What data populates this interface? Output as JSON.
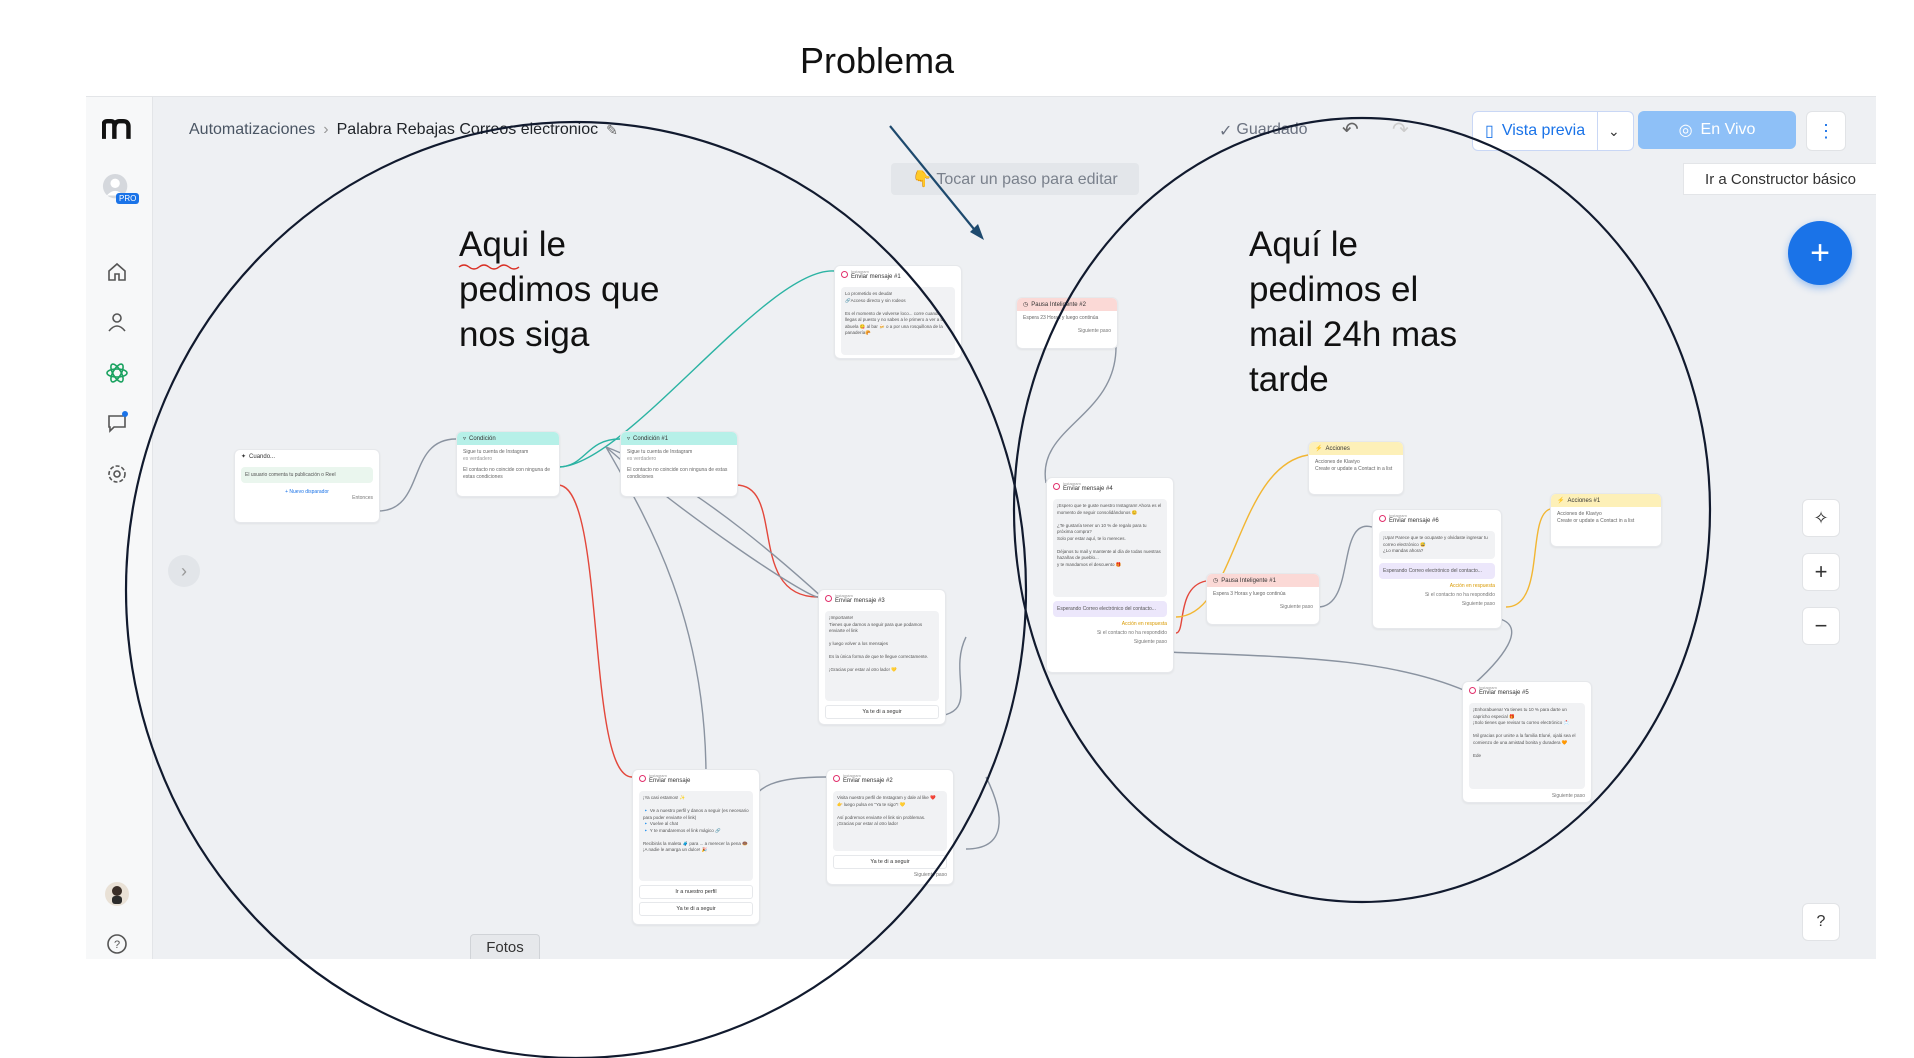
{
  "heading": "Problema",
  "topbar": {
    "crumb_root": "Automatizaciones",
    "crumb_current": "Palabra Rebajas Correos electronioc",
    "saved": "Guardado",
    "preview": "Vista previa",
    "live": "En Vivo",
    "basic_builder": "Ir a Constructor básico"
  },
  "sidebar": {
    "pro_badge": "PRO"
  },
  "canvas": {
    "hint": "👇 Tocar un paso para editar",
    "photos_tab": "Fotos"
  },
  "annotations": {
    "left": "Aqui le\npedimos que\nnos siga",
    "right": "Aquí le\npedimos el\nmail 24h mas\ntarde"
  },
  "nodes": {
    "trigger": {
      "title": "Cuando...",
      "rule": "El usuario comenta tu publicación o Reel",
      "new": "+ Nuevo disparador",
      "foot": "Entonces"
    },
    "cond1": {
      "title": "Condición",
      "line1": "Sigue tu cuenta de Instagram",
      "line2": "es verdadero",
      "else": "El contacto no coincide con ninguna de estas condiciones"
    },
    "cond2": {
      "title": "Condición #1",
      "line1": "Sigue tu cuenta de Instagram",
      "line2": "es verdadero",
      "else": "El contacto no coincide con ninguna de estas condiciones"
    },
    "msg1": {
      "label": "Instagram",
      "title": "Enviar mensaje #1",
      "body": "Lo prometido es deuda!\n🔗Acceso directo y sin rodeos\n\nEs el momento de volverse loco... corre cuando llegas al puesto y no sabes a le primero a ver a la abuela 😋 al bar 🍻 o a por una rosquillona de la panadería🥐"
    },
    "msg3": {
      "label": "Instagram",
      "title": "Enviar mensaje #3",
      "body": "¡Importante!\nTienes que darnos a seguir para que podamos enviarte el link\n\ny luego volver a los mensajes\n\nEs la única forma de que te llegue correctamente.\n\n¡Gracias por estar al otro lado! 💛",
      "button": "Ya te di a seguir"
    },
    "msg0": {
      "label": "Instagram",
      "title": "Enviar mensaje",
      "body": "¡Ya casi estamos! ✨\n\n🔹 Ve a nuestro perfil y danos a seguir (es necesario para poder enviarte el link)\n🔹 Vuelve al chat\n🔹 Y te mandaremos el link mágico 🔗\n\nRecibirás la maleta 🧳 para ... a merecer la pena 🍩\n¡A nadie le amarga un dulce! 🎉",
      "button1": "Ir a nuestro perfil",
      "button2": "Ya te di a seguir"
    },
    "msg2": {
      "label": "Instagram",
      "title": "Enviar mensaje #2",
      "body": "Visita nuestro perfil de Instagram y dale al like ❤️\n👉 luego pulsa en \"Ya te sigo\"! 💛\n\nAsí podremos enviarte el link sin problemas.\n¡Gracias por estar al otro lado!",
      "button": "Ya te di a seguir",
      "foot": "Siguiente paso"
    },
    "pause2": {
      "title": "Pausa Inteligente #2",
      "body": "Espera 23 Horas y luego continúa",
      "foot": "Siguiente paso"
    },
    "msg4": {
      "label": "Instagram",
      "title": "Enviar mensaje #4",
      "body": "¡Espero que te guste nuestro Instagram! Ahora es el momento de seguir consolidándonos 😊\n\n¿Te gustaría tener un 10 % de regalo para tu próxima compra?\nSolo por estar aquí, te lo mereces.\n\nDéjanos tu mail y mantente al día de todas nuestras hazañas de pueblo...\ny te mandamos el descuento 🎁",
      "waiting": "Esperando Correo electrónico del contacto...",
      "reply": "Acción en respuesta",
      "noreply": "Si el contacto no ha respondido",
      "foot": "Siguiente paso"
    },
    "actions": {
      "title": "Acciones",
      "body": "Acciones de Klaviyo\nCreate or update a Contact in a list"
    },
    "pause1": {
      "title": "Pausa Inteligente #1",
      "body": "Espera 3 Horas y luego continúa",
      "foot": "Siguiente paso"
    },
    "msg6": {
      "label": "Instagram",
      "title": "Enviar mensaje #6",
      "body": "¡Upa! Parece que te ocupaste y olvidaste ingresar tu correo electrónico 😅\n¿Lo mandas ahora?",
      "waiting": "Esperando Correo electrónico del contacto...",
      "reply": "Acción en respuesta",
      "noreply": "Si el contacto no ha respondido",
      "foot": "Siguiente paso"
    },
    "actions1": {
      "title": "Acciones #1",
      "body": "Acciones de Klaviyo\nCreate or update a Contact in a list"
    },
    "msg5": {
      "label": "Instagram",
      "title": "Enviar mensaje #5",
      "body": "¡Enhorabuena! Ya tienes tu 10 % para darte un capricho especial 🎁\n¡Solo tienes que revisar tu correo electrónico 📩\n\nMil gracias por unirte a la familia Eluné, ojalá sea el comienzo de una amistad bonita y duradera 🧡\n\nEde",
      "foot": "Siguiente paso"
    }
  }
}
